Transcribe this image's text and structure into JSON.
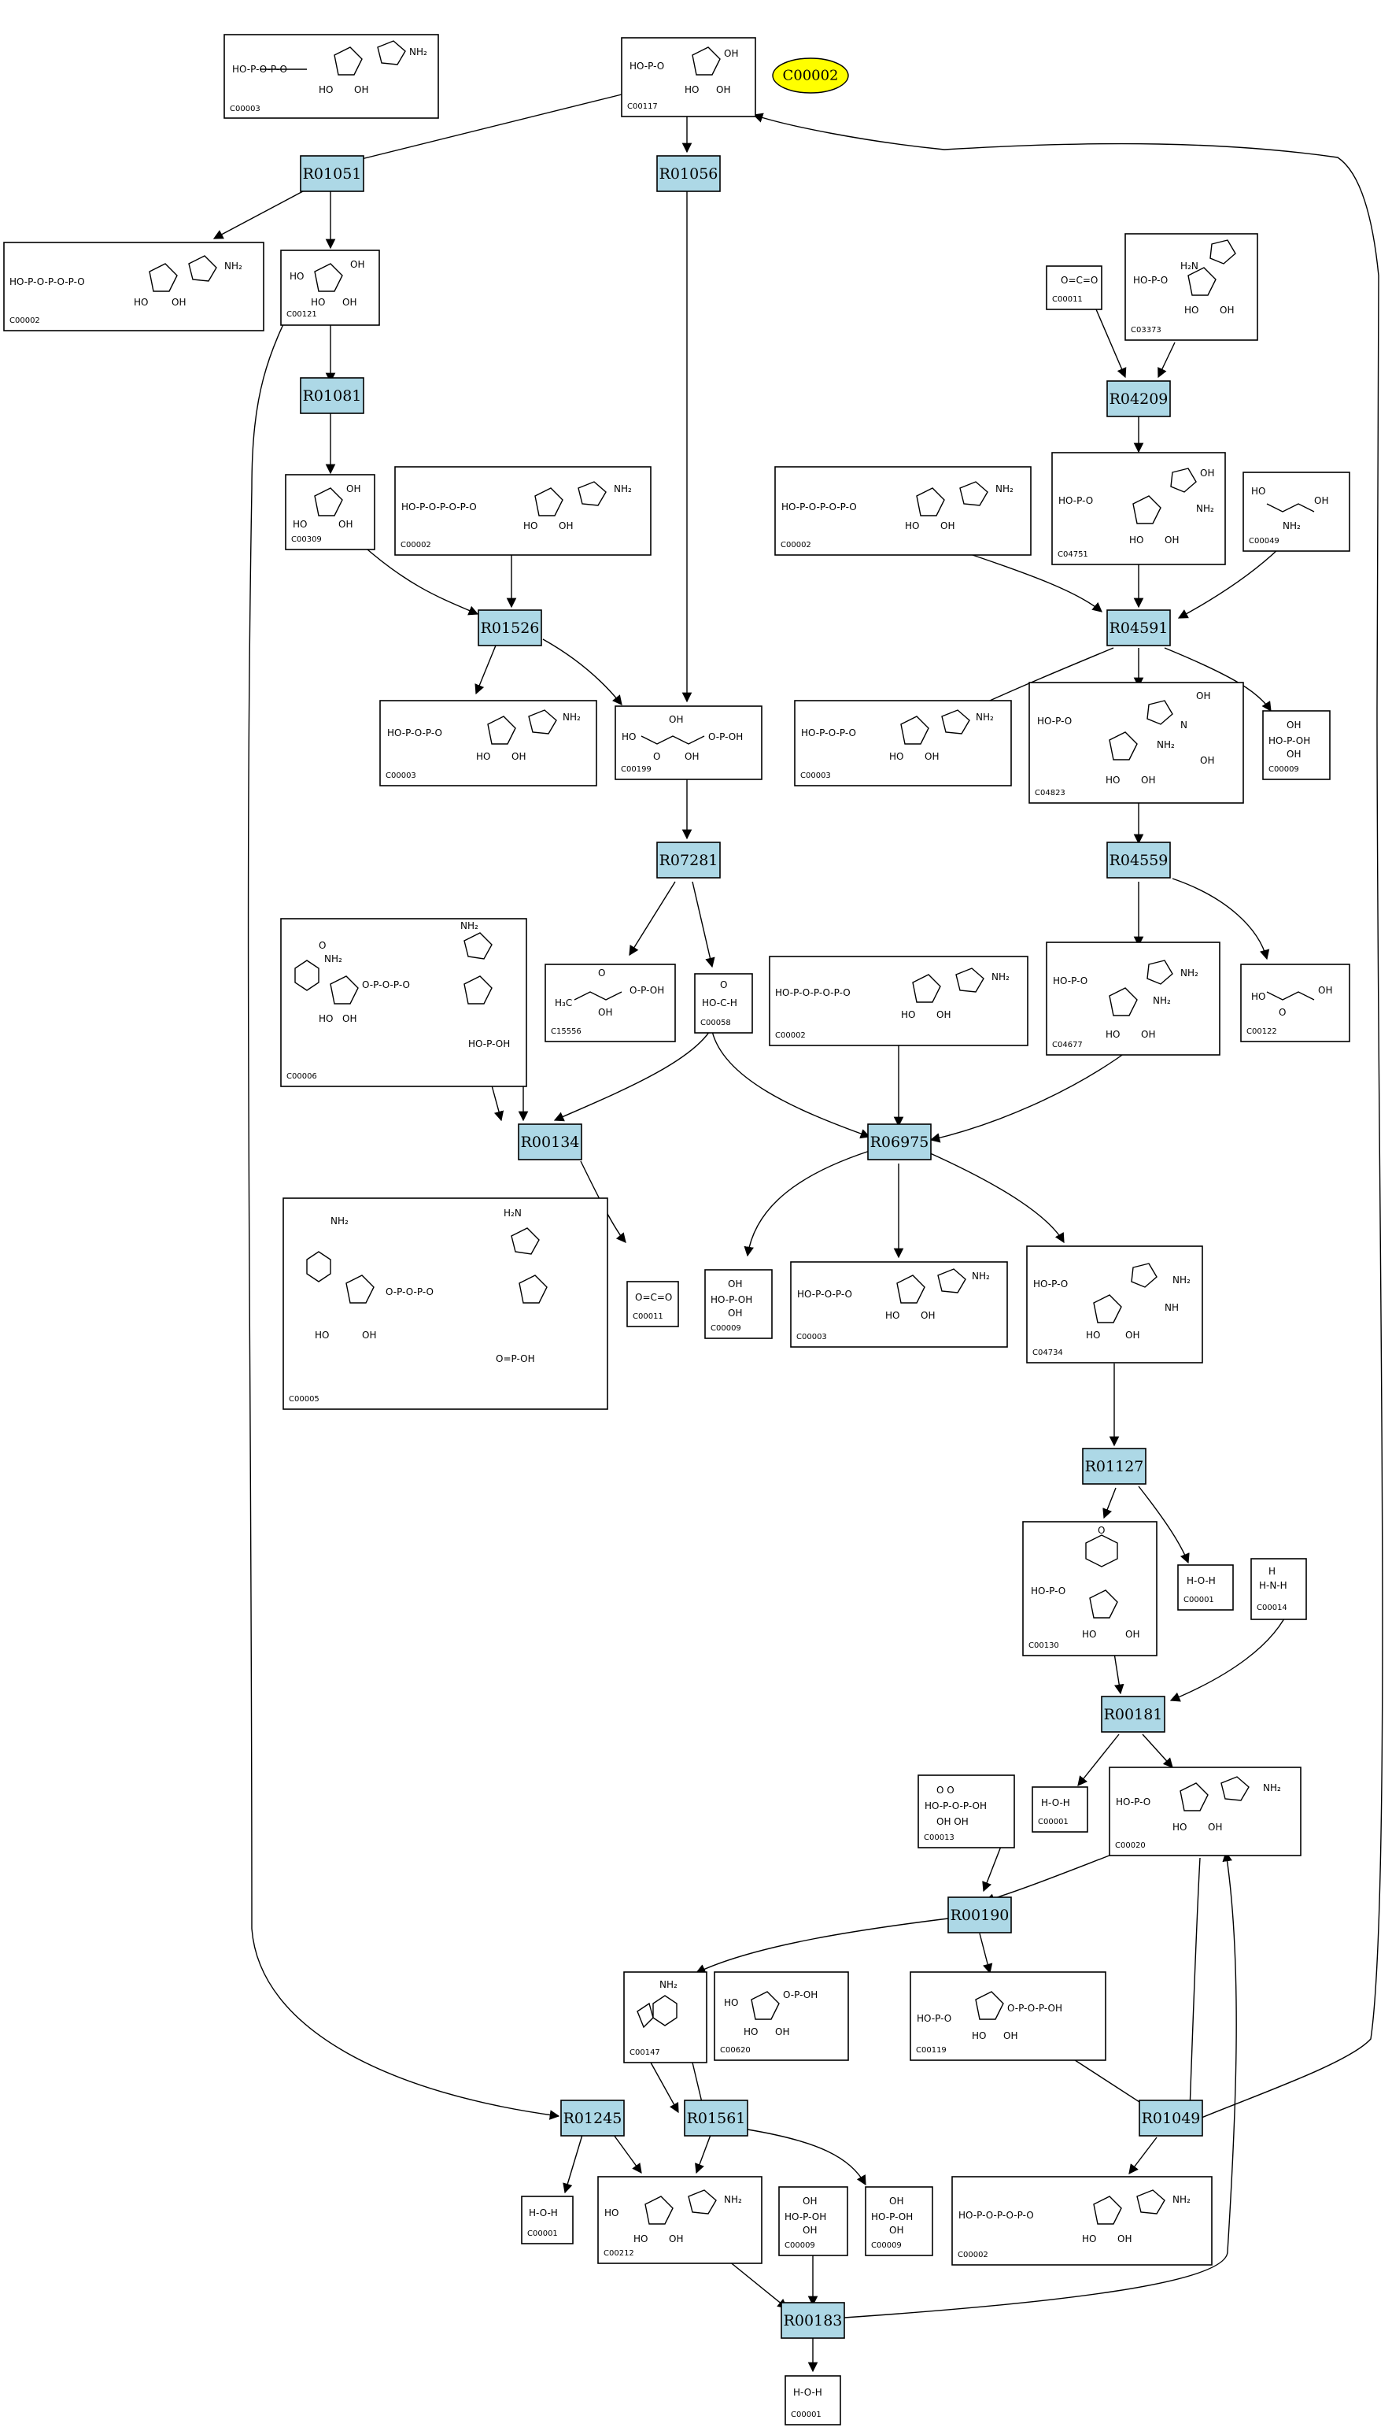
{
  "legend": {
    "label": "C00002",
    "color": "#ffff00"
  },
  "colors": {
    "reaction_fill": "#add8e6",
    "compound_fill": "#ffffff",
    "stroke": "#000000"
  },
  "reactions": [
    {
      "id": "R01051"
    },
    {
      "id": "R01056"
    },
    {
      "id": "R01081"
    },
    {
      "id": "R04209"
    },
    {
      "id": "R01526"
    },
    {
      "id": "R04591"
    },
    {
      "id": "R07281"
    },
    {
      "id": "R04559"
    },
    {
      "id": "R00134"
    },
    {
      "id": "R06975"
    },
    {
      "id": "R01127"
    },
    {
      "id": "R00181"
    },
    {
      "id": "R00190"
    },
    {
      "id": "R01245"
    },
    {
      "id": "R01561"
    },
    {
      "id": "R01049"
    },
    {
      "id": "R00183"
    }
  ],
  "compounds": [
    {
      "id": "C00003",
      "molecule": "NAD+ fragment"
    },
    {
      "id": "C00117",
      "molecule": "ribose-5-phosphate"
    },
    {
      "id": "C00002",
      "molecule": "ATP"
    },
    {
      "id": "C00121",
      "molecule": "ribose"
    },
    {
      "id": "C00011",
      "molecule": "CO2"
    },
    {
      "id": "C03373",
      "molecule": "aminoimidazole ribotide"
    },
    {
      "id": "C00309",
      "molecule": "ribulose"
    },
    {
      "id": "C00002",
      "molecule": "ATP"
    },
    {
      "id": "C00002",
      "molecule": "ATP"
    },
    {
      "id": "C04751",
      "molecule": "carboxy-AIR"
    },
    {
      "id": "C00049",
      "molecule": "aspartate"
    },
    {
      "id": "C00003",
      "molecule": "NAD"
    },
    {
      "id": "C00199",
      "molecule": "ribulose-5-phosphate"
    },
    {
      "id": "C00003",
      "molecule": "NAD"
    },
    {
      "id": "C04823",
      "molecule": "SAICAR"
    },
    {
      "id": "C00009",
      "molecule": "phosphate"
    },
    {
      "id": "C00006",
      "molecule": "NADP+"
    },
    {
      "id": "C15556",
      "molecule": "butanone phosphate"
    },
    {
      "id": "C00058",
      "molecule": "formate"
    },
    {
      "id": "C00002",
      "molecule": "ATP"
    },
    {
      "id": "C04677",
      "molecule": "AICAR"
    },
    {
      "id": "C00122",
      "molecule": "fumarate"
    },
    {
      "id": "C00005",
      "molecule": "NADPH"
    },
    {
      "id": "C00011",
      "molecule": "CO2"
    },
    {
      "id": "C00009",
      "molecule": "phosphate"
    },
    {
      "id": "C00003",
      "molecule": "NAD"
    },
    {
      "id": "C04734",
      "molecule": "FAICAR"
    },
    {
      "id": "C00130",
      "molecule": "IMP"
    },
    {
      "id": "C00001",
      "molecule": "water"
    },
    {
      "id": "C00014",
      "molecule": "ammonia"
    },
    {
      "id": "C00001",
      "molecule": "water"
    },
    {
      "id": "C00020",
      "molecule": "AMP"
    },
    {
      "id": "C00013",
      "molecule": "diphosphate"
    },
    {
      "id": "C00147",
      "molecule": "adenine"
    },
    {
      "id": "C00620",
      "molecule": "ribose-1-phosphate"
    },
    {
      "id": "C00119",
      "molecule": "PRPP"
    },
    {
      "id": "C00001",
      "molecule": "water"
    },
    {
      "id": "C00212",
      "molecule": "adenosine"
    },
    {
      "id": "C00009",
      "molecule": "phosphate"
    },
    {
      "id": "C00009",
      "molecule": "phosphate"
    },
    {
      "id": "C00002",
      "molecule": "ATP"
    },
    {
      "id": "C00001",
      "molecule": "water"
    }
  ]
}
